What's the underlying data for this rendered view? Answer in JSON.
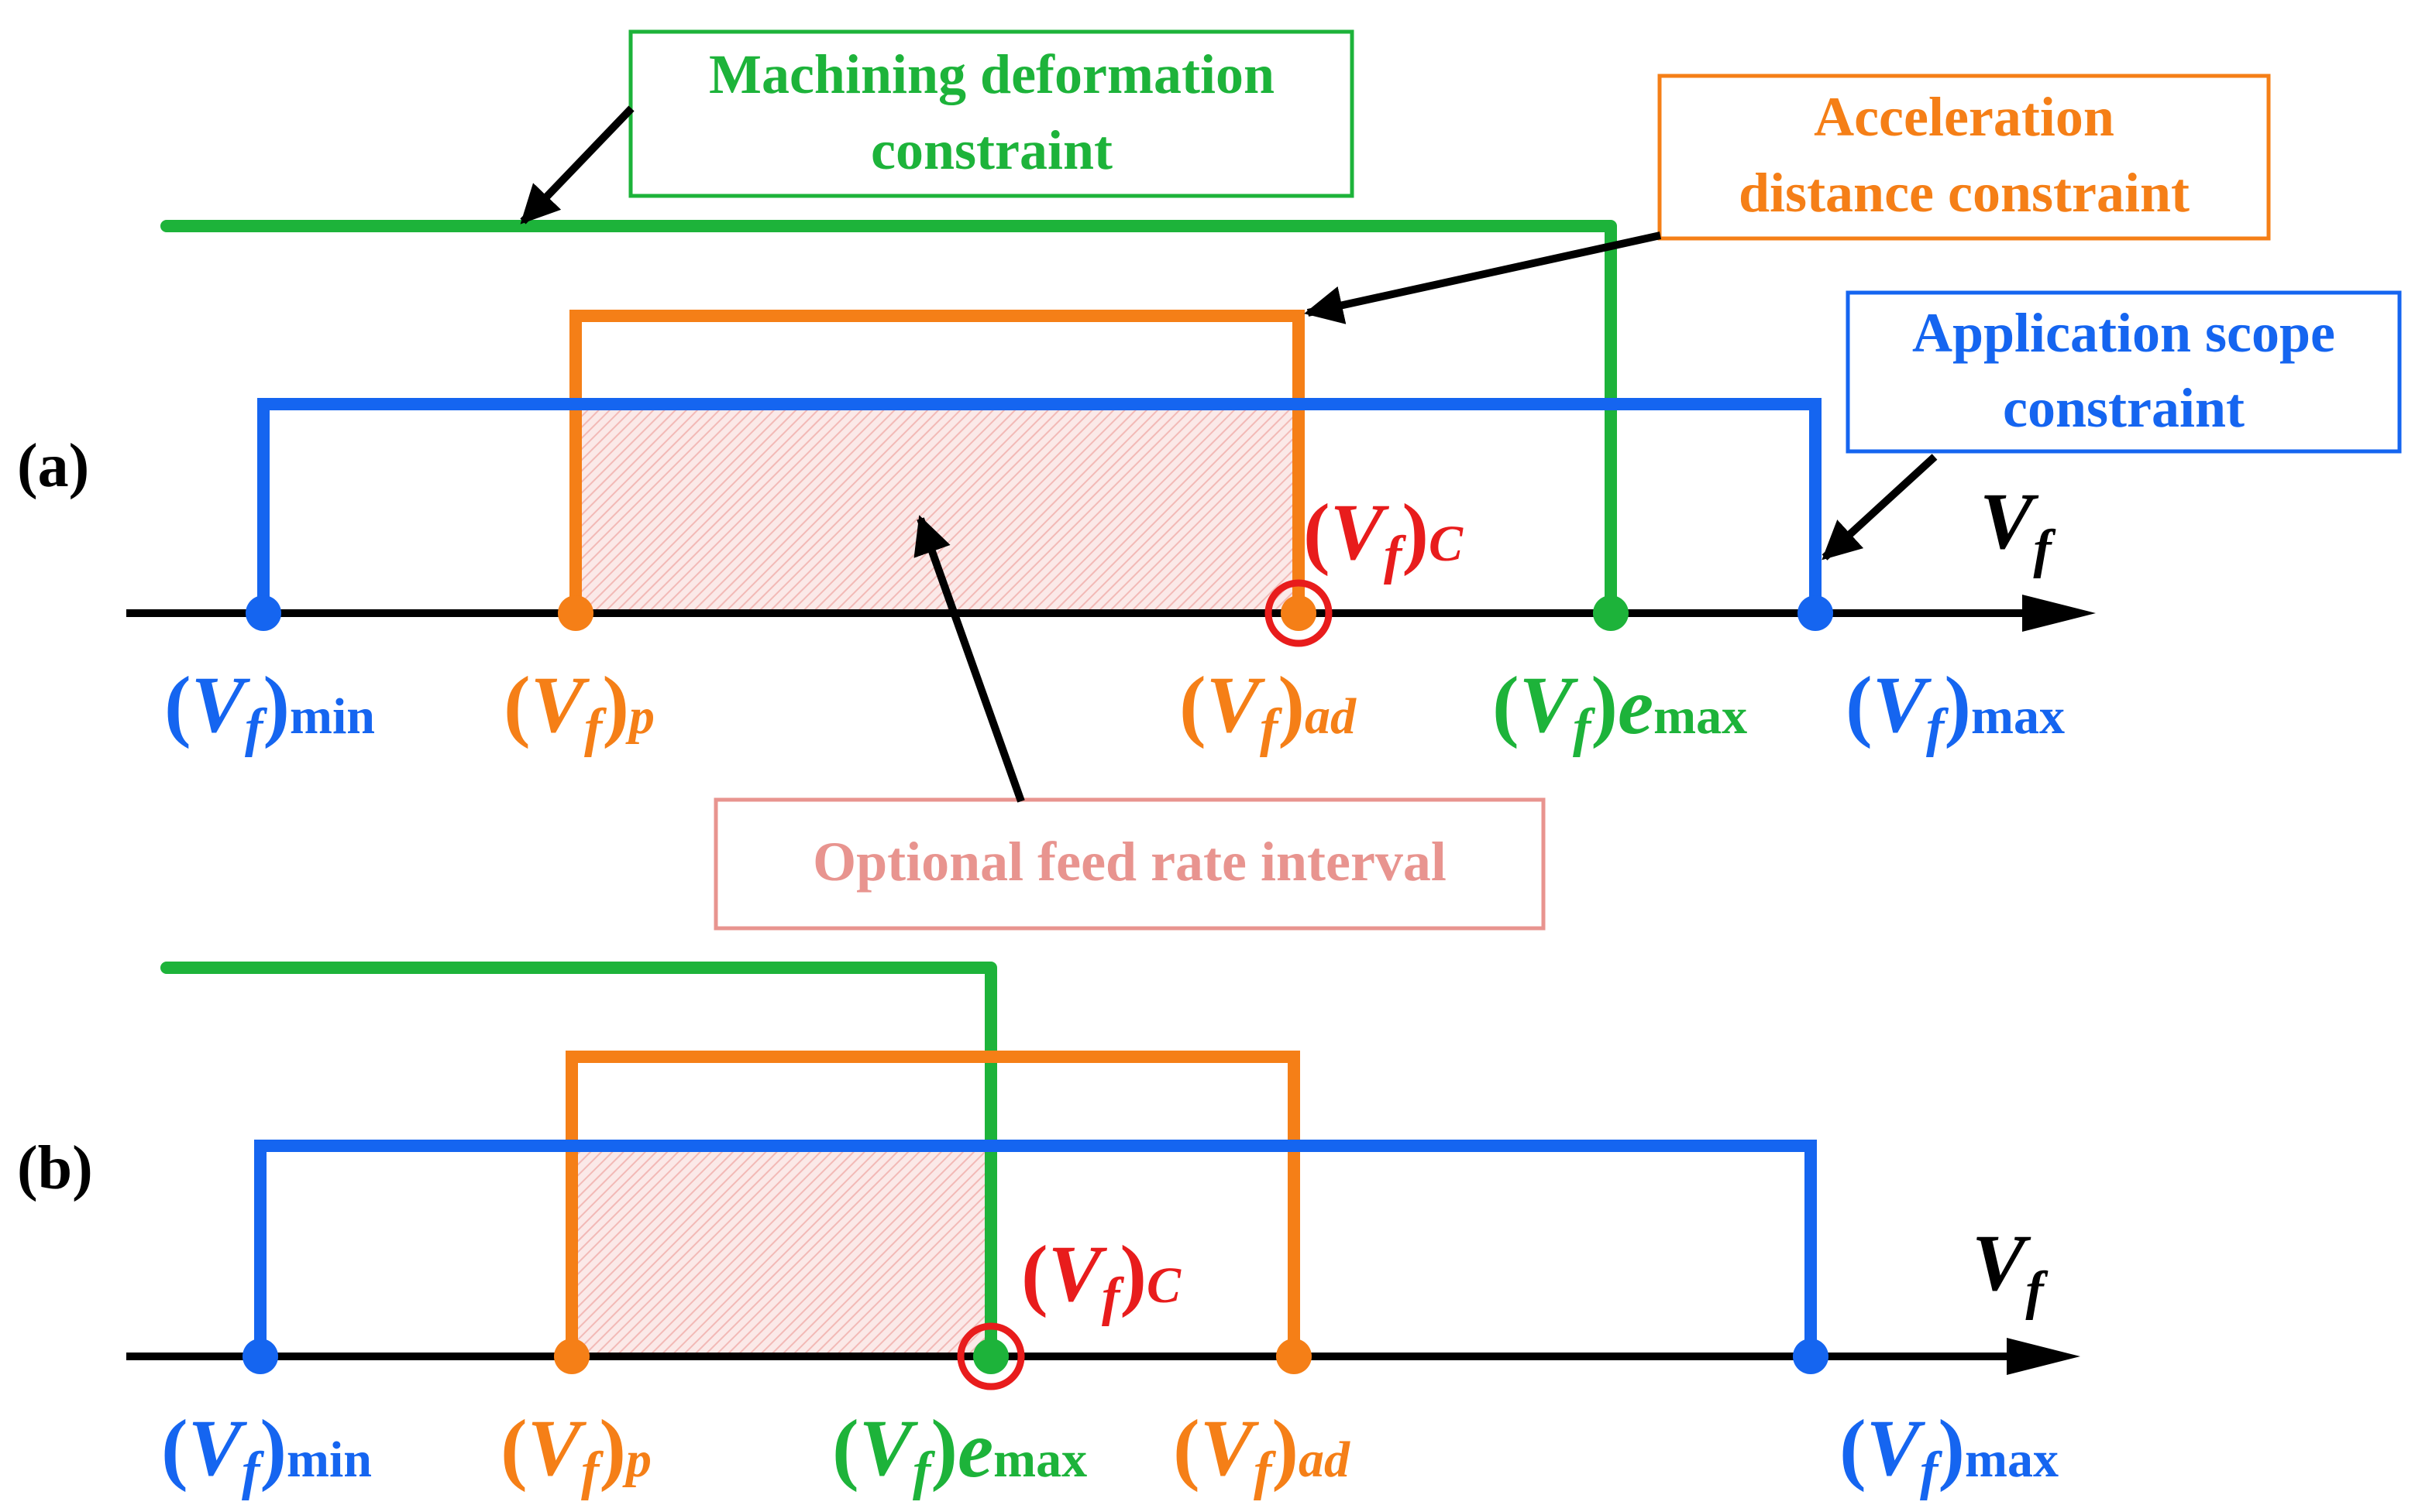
{
  "panels": {
    "a": {
      "label": "(a)"
    },
    "b": {
      "label": "(b)"
    }
  },
  "callouts": {
    "machining": {
      "line1": "Machining deformation",
      "line2": "constraint"
    },
    "acceleration": {
      "line1": "Acceleration",
      "line2": "distance constraint"
    },
    "application": {
      "line1": "Application scope",
      "line2": "constraint"
    },
    "optional": {
      "line1": "Optional feed rate interval"
    }
  },
  "axis": {
    "V": "V",
    "f": "f"
  },
  "labels": {
    "open_paren": "(",
    "close_paren": ")",
    "V": "V",
    "f": "f",
    "min": "min",
    "max": "max",
    "p": "p",
    "ad": "ad",
    "e": "e",
    "C": "C"
  },
  "colors": {
    "green": "#1db33a",
    "orange": "#f57f17",
    "blue": "#1565f0",
    "red": "#e81c1c",
    "pink": "#e8948f",
    "black": "#000000",
    "hatch": "#f2b9b6"
  }
}
